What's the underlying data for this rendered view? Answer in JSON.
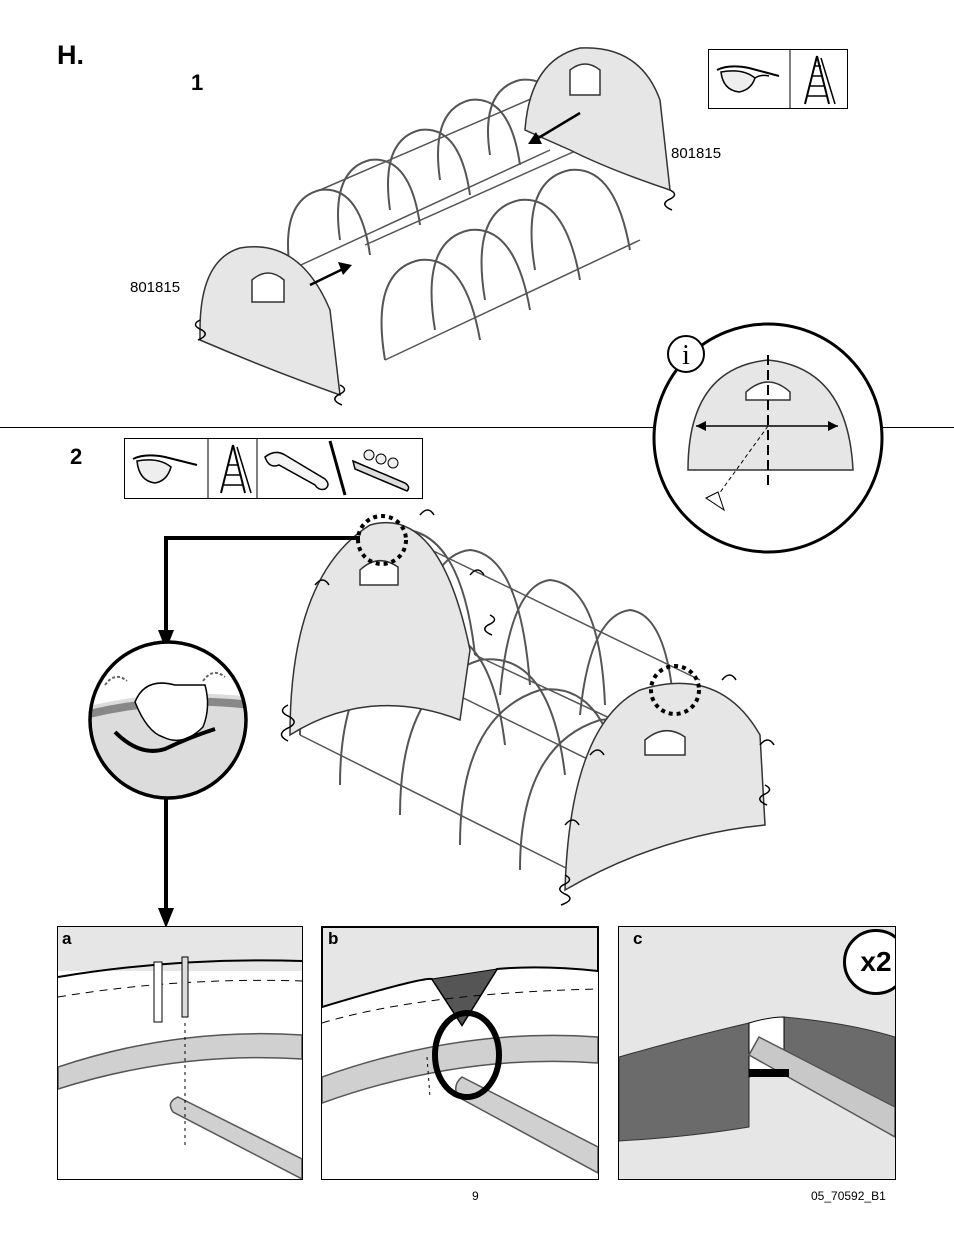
{
  "section": {
    "letter": "H."
  },
  "step1": {
    "number": "1",
    "part_left": "801815",
    "part_right": "801815",
    "tools": [
      "safety-glasses-icon",
      "ladder-icon"
    ]
  },
  "step2": {
    "number": "2",
    "tools": [
      "safety-glasses-icon",
      "ladder-icon",
      "wrench-icon",
      "socket-wrench-icon"
    ],
    "info_icon": "info-icon"
  },
  "panels": [
    {
      "label": "a"
    },
    {
      "label": "b"
    },
    {
      "label": "c",
      "multiplier": "x2"
    }
  ],
  "footer": {
    "page_number": "9",
    "doc_code": "05_70592_B1"
  },
  "colors": {
    "fabric": "#e6e6e6",
    "tube": "#c8c8c8",
    "dark_fabric": "#6b6b6b",
    "line": "#000000"
  }
}
